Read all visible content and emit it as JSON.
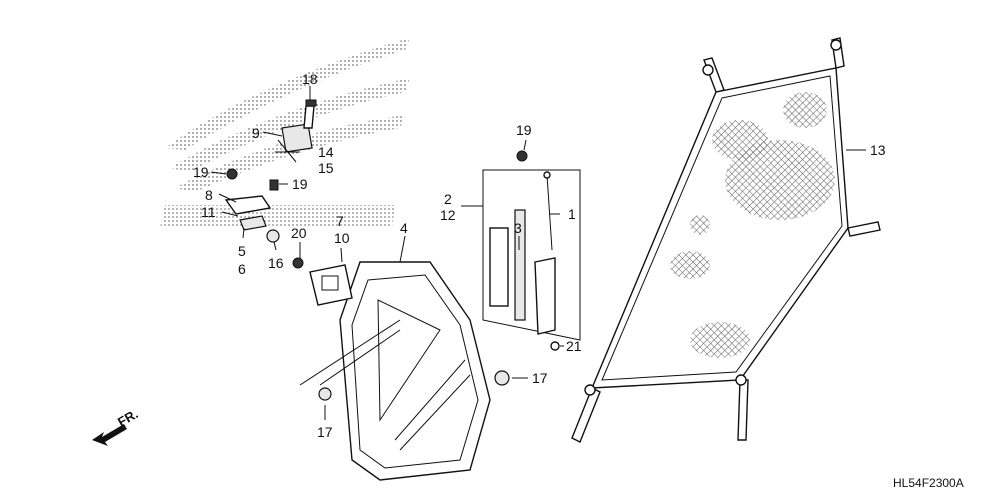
{
  "diagram_code": "HL54F2300A",
  "direction_label": "FR.",
  "callouts": {
    "c1": "1",
    "c2": "2",
    "c12": "12",
    "c3": "3",
    "c4": "4",
    "c5": "5",
    "c6": "6",
    "c7": "7",
    "c10": "10",
    "c8": "8",
    "c11": "11",
    "c9": "9",
    "c13": "13",
    "c14": "14",
    "c15": "15",
    "c16": "16",
    "c17a": "17",
    "c17b": "17",
    "c18": "18",
    "c19a": "19",
    "c19b": "19",
    "c19c": "19",
    "c20": "20",
    "c21": "21"
  }
}
